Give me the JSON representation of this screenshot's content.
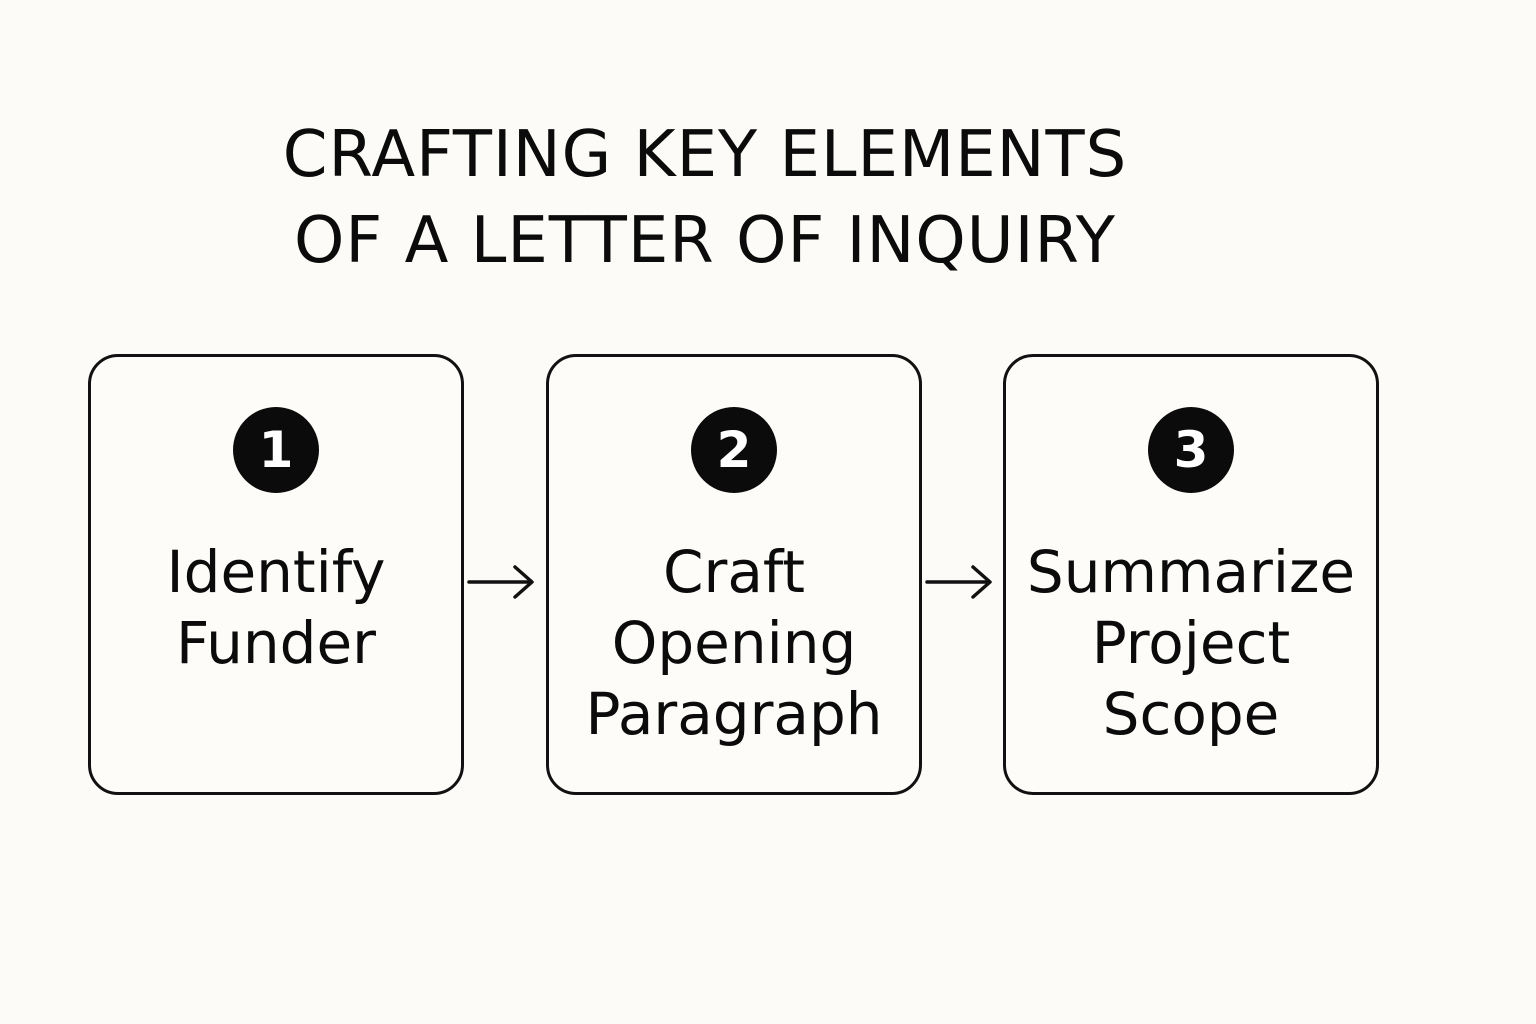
{
  "title": {
    "line1": "CRAFTING KEY ELEMENTS",
    "line2": "OF A LETTER OF INQUIRY"
  },
  "steps": [
    {
      "number": "1",
      "lines": [
        "Identify",
        "Funder"
      ]
    },
    {
      "number": "2",
      "lines": [
        "Craft",
        "Opening",
        "Paragraph"
      ]
    },
    {
      "number": "3",
      "lines": [
        "Summarize",
        "Project",
        "Scope"
      ]
    }
  ],
  "colors": {
    "background": "#fcfbf7",
    "ink": "#0b0b0b",
    "badge_text": "#ffffff"
  },
  "icons": [
    "arrow-right-icon"
  ]
}
